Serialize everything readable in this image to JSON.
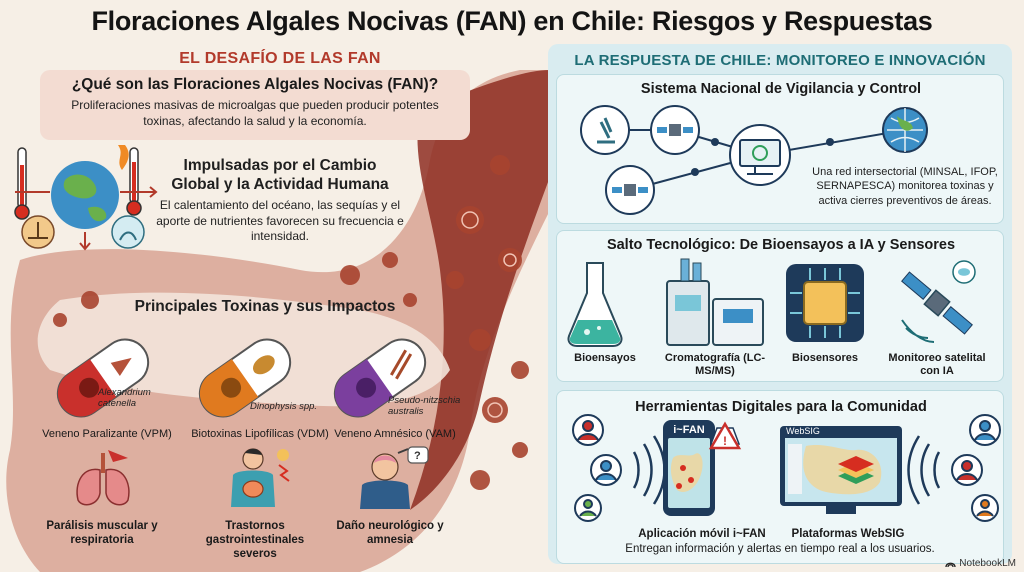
{
  "title": "Floraciones Algales Nocivas (FAN) en Chile: Riesgos y Respuestas",
  "left": {
    "heading": "EL DESAFÍO DE LAS FAN",
    "what": {
      "title": "¿Qué son las Floraciones Algales Nocivas (FAN)?",
      "desc": "Proliferaciones masivas de microalgas que pueden producir potentes toxinas, afectando la salud y la economía."
    },
    "drivers": {
      "title": "Impulsadas por el Cambio Global y la Actividad Humana",
      "desc": "El calentamiento del océano, las sequías y el aporte de nutrientes favorecen su frecuencia e intensidad."
    },
    "toxins": {
      "title": "Principales Toxinas y sus Impactos",
      "items": [
        {
          "species": "Alexandrium catenella",
          "label": "Veneno Paralizante (VPM)",
          "impact": "Parálisis muscular y respiratoria",
          "color": "#c9302c"
        },
        {
          "species": "Dinophysis spp.",
          "label": "Biotoxinas Lipofílicas (VDM)",
          "impact": "Trastornos gastrointestinales severos",
          "color": "#e07a1f"
        },
        {
          "species": "Pseudo-nitzschia australis",
          "label": "Veneno Amnésico (VAM)",
          "impact": "Daño neurológico y amnesia",
          "color": "#7b3f9e"
        }
      ]
    }
  },
  "right": {
    "heading": "LA RESPUESTA DE CHILE: MONITOREO E INNOVACIÓN",
    "surveillance": {
      "title": "Sistema Nacional de Vigilancia y Control",
      "desc": "Una red intersectorial (MINSAL, IFOP, SERNAPESCA) monitorea toxinas y activa cierres preventivos de áreas."
    },
    "tech": {
      "title": "Salto Tecnológico: De Bioensayos a IA y Sensores",
      "items": [
        {
          "label": "Bioensayos"
        },
        {
          "label": "Cromatografía (LC-MS/MS)"
        },
        {
          "label": "Biosensores"
        },
        {
          "label": "Monitoreo satelital con IA"
        }
      ]
    },
    "digital": {
      "title": "Herramientas Digitales para la Comunidad",
      "app_label": "Aplicación móvil i~FAN",
      "app_screen": "i~FAN",
      "web_label": "Plataformas WebSIG",
      "web_screen": "WebSIG",
      "note": "Entregan información y alertas en tiempo real a los usuarios."
    }
  },
  "brand": "NotebookLM",
  "colors": {
    "accent_red": "#b23a2b",
    "accent_teal": "#1e6d75",
    "bloom": "#8e2e22"
  }
}
